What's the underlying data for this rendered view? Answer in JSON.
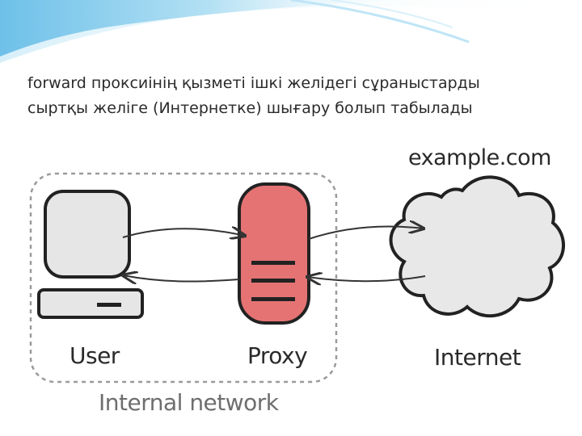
{
  "caption": {
    "line1": "forward проксиінің қызметі ішкі желідегі сұраныстарды",
    "line2": "сыртқы желіге (Интернетке) шығару болып табылады"
  },
  "diagram": {
    "site_label": "example.com",
    "user_label": "User",
    "proxy_label": "Proxy",
    "internet_label": "Internet",
    "network_label": "Internal network"
  },
  "colors": {
    "proxy_fill": "#e57373",
    "device_fill": "#e6e6e6",
    "cloud_fill": "#e8e8e8",
    "wave_blue": "#7cc6ea"
  }
}
